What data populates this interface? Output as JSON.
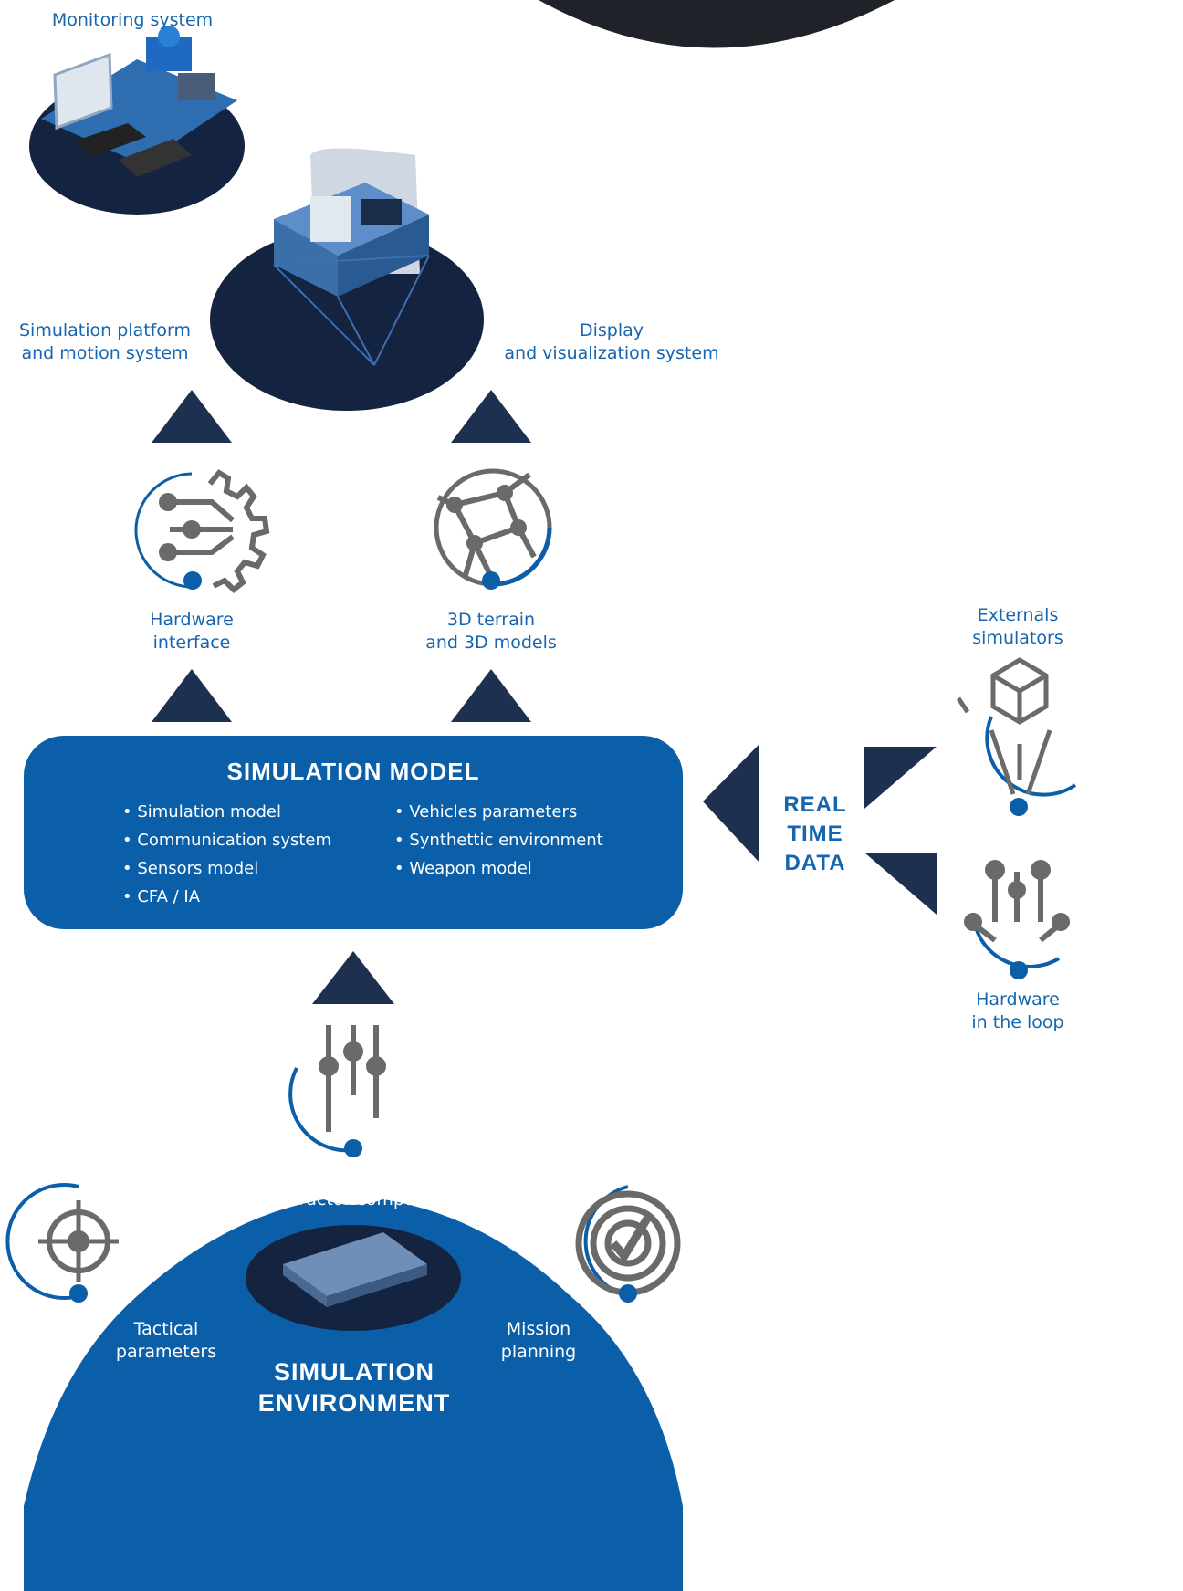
{
  "top_nodes": {
    "monitoring": "Monitoring system",
    "platform": "Simulation platform\nand motion system",
    "display": "Display\nand visualization system"
  },
  "modules": {
    "hardware_interface": "Hardware\ninterface",
    "terrain": "3D terrain\nand 3D models"
  },
  "simulation_model": {
    "title": "SIMULATION MODEL",
    "left_items": [
      "Simulation model",
      "Communication system",
      "Sensors model",
      "CFA / IA"
    ],
    "right_items": [
      "Vehicles parameters",
      "Synthettic environment",
      "Weapon model"
    ]
  },
  "real_time": "REAL\nTIME\nDATA",
  "externals": {
    "simulators": "Externals\nsimulators",
    "hil": "Hardware\nin the loop"
  },
  "environment": {
    "instructor": "Instructor computer",
    "tactical": "Tactical\nparameters",
    "mission": "Mission\nplanning",
    "title": "SIMULATION\nENVIRONMENT"
  },
  "colors": {
    "primary_blue": "#0b5fa8",
    "navy": "#1e3050",
    "dark_ellipse": "#14233f",
    "icon_gray": "#6a6a6a"
  }
}
